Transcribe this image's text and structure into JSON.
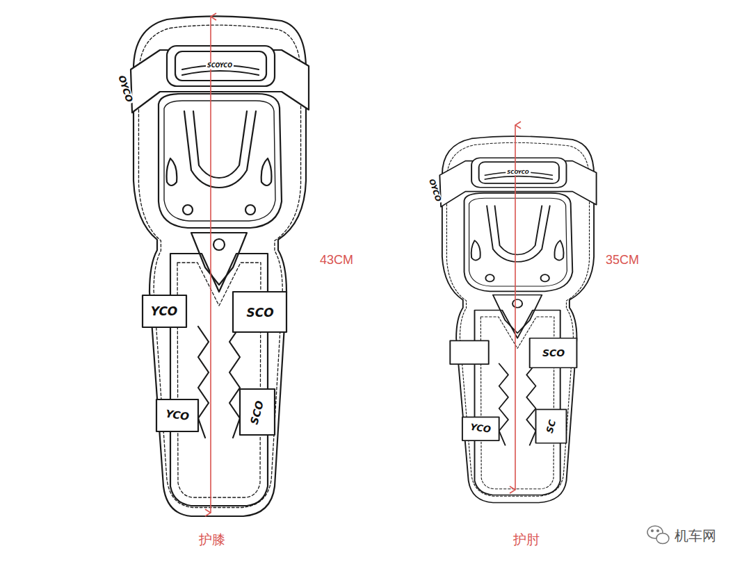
{
  "diagram": {
    "labels": [
      "SCOYCO",
      "OYCO",
      "YCO",
      "SCO",
      "YCO",
      "SCO",
      "SCOYCO",
      "OYCO",
      "SCO",
      "YCO",
      "SC",
      "43CM",
      "35CM",
      "护膝",
      "护肘",
      "机车网"
    ]
  }
}
